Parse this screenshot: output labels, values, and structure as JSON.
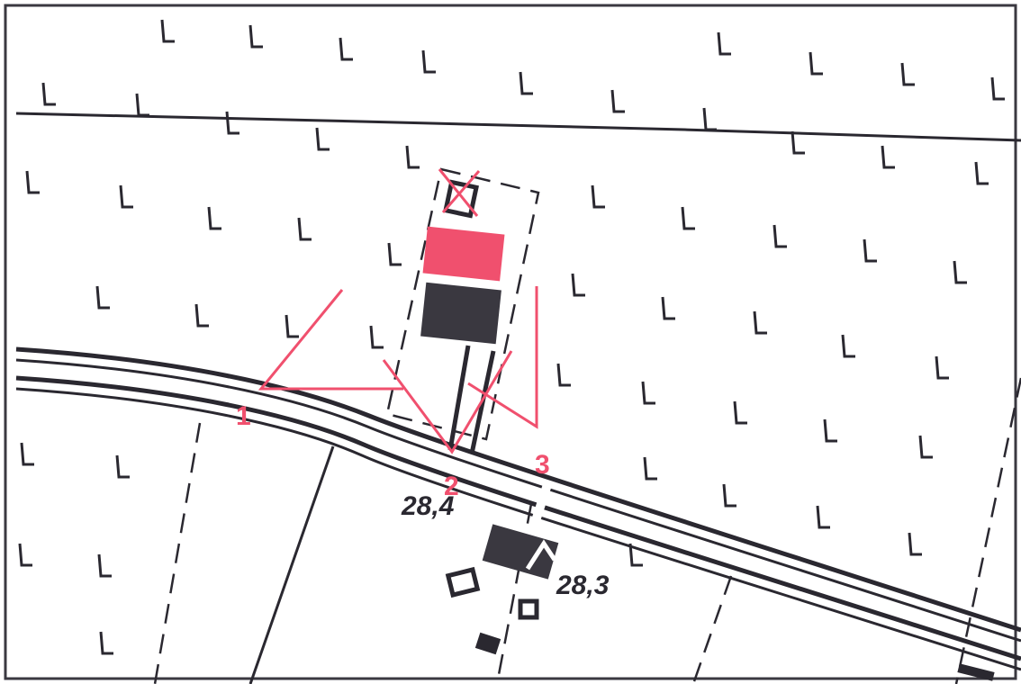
{
  "colors": {
    "ink": "#3a3840",
    "accent": "#f0506e",
    "paper": "#ffffff"
  },
  "viewpoints": [
    {
      "label": "1"
    },
    {
      "label": "2"
    },
    {
      "label": "3"
    }
  ],
  "elevations": [
    {
      "value": "28,4"
    },
    {
      "value": "28,3"
    }
  ],
  "symbols": {
    "meadow": "meadow-grass-symbol",
    "railway": "double-railway-line",
    "parcel": "parcel-boundary-dashed",
    "proposed_building": "proposed-building-red",
    "existing_building": "existing-building-dark",
    "demolished": "demolished-structure-cross"
  }
}
